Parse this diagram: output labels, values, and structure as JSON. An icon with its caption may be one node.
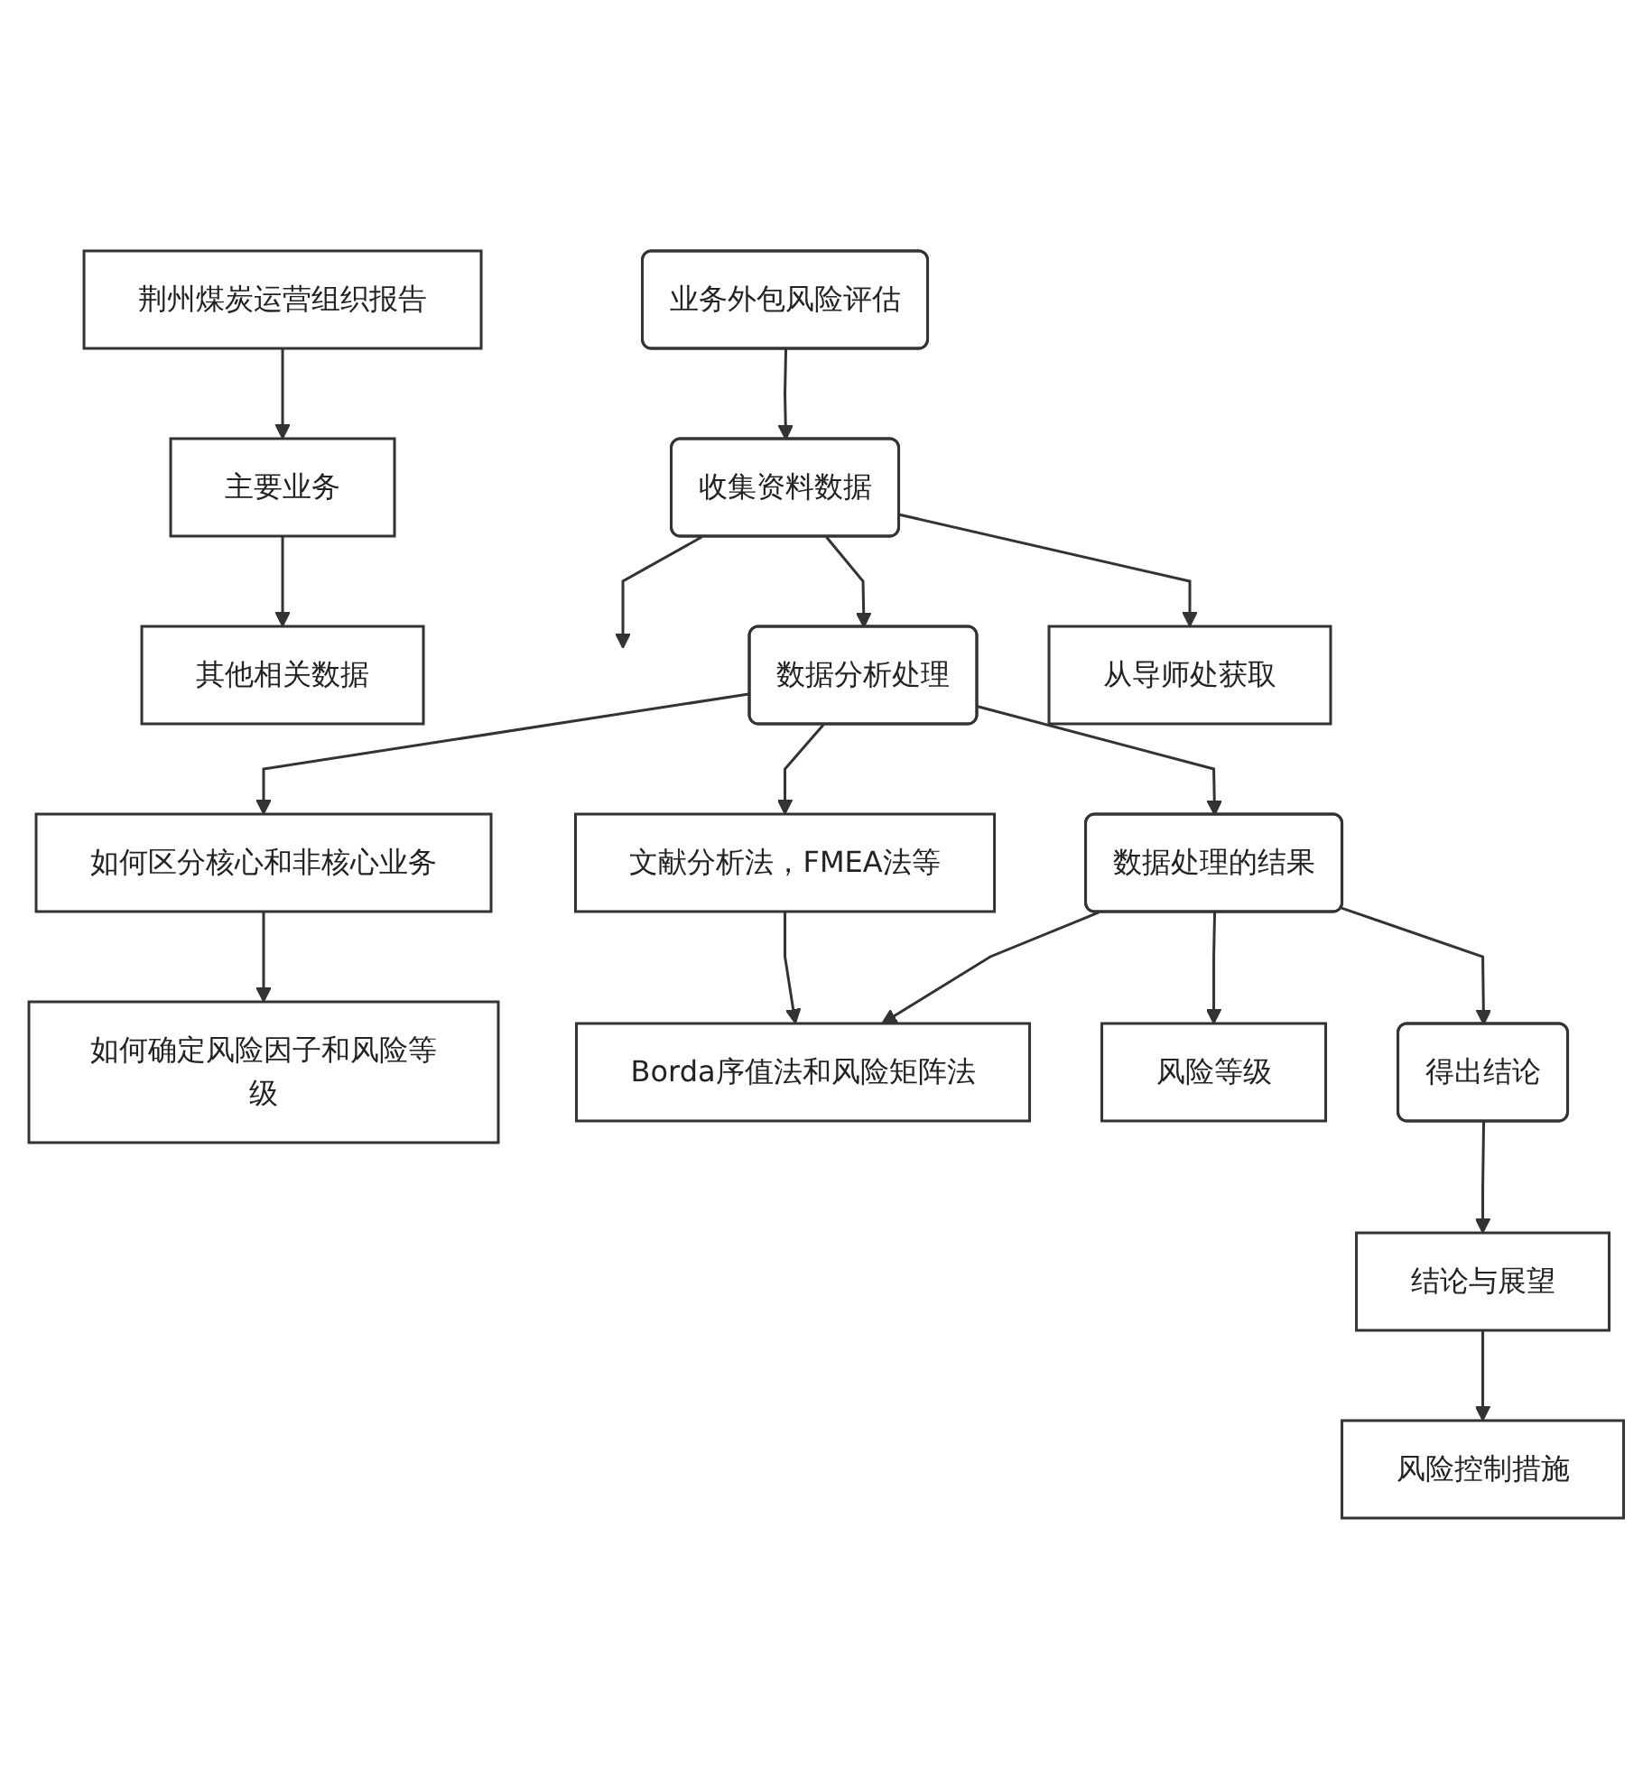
{
  "diagram": {
    "nodes": [
      {
        "text": [
          "业务外包风险评估"
        ]
      },
      {
        "text": [
          "荆州煤炭运营组织报告"
        ]
      },
      {
        "text": [
          "主要业务"
        ]
      },
      {
        "text": [
          "其他相关数据"
        ]
      },
      {
        "text": [
          "收集资料数据"
        ]
      },
      {
        "text": [
          "从导师处获取"
        ]
      },
      {
        "text": [
          "如何区分核心和非核心业务"
        ]
      },
      {
        "text": [
          "数据分析处理"
        ]
      },
      {
        "text": [
          "文献分析法，FMEA法等"
        ]
      },
      {
        "text": [
          "如何确定风险因子和风险等级"
        ]
      },
      {
        "text": [
          "Borda序值法和风险矩阵法"
        ]
      },
      {
        "text": [
          "风险等级"
        ]
      },
      {
        "text": [
          "数据处理的结果"
        ]
      },
      {
        "text": [
          "得出结论"
        ]
      },
      {
        "text": [
          "结论与展望"
        ]
      },
      {
        "text": [
          "风险控制措施"
        ]
      }
    ],
    "edges": [
      {
        "from": 0,
        "to": 4,
        "arrow": "to"
      },
      {
        "from": 1,
        "to": 2,
        "arrow": "to"
      },
      {
        "from": 2,
        "to": 3,
        "arrow": "to"
      },
      {
        "from": 4,
        "to": null,
        "arrow": "to"
      },
      {
        "from": 4,
        "to": 7,
        "arrow": "to"
      },
      {
        "from": 4,
        "to": 5,
        "arrow": "to"
      },
      {
        "from": 7,
        "to": 6,
        "arrow": "to"
      },
      {
        "from": 6,
        "to": 9,
        "arrow": "to"
      },
      {
        "from": 7,
        "to": 8,
        "arrow": "to"
      },
      {
        "from": 8,
        "to": 10,
        "arrow": "to"
      },
      {
        "from": 7,
        "to": 12,
        "arrow": "to"
      },
      {
        "from": 12,
        "to": 10,
        "arrow": "to"
      },
      {
        "from": 12,
        "to": 11,
        "arrow": "to"
      },
      {
        "from": 12,
        "to": 13,
        "arrow": "to"
      },
      {
        "from": 13,
        "to": 14,
        "arrow": "to"
      },
      {
        "from": 14,
        "to": 15,
        "arrow": "to"
      }
    ]
  }
}
